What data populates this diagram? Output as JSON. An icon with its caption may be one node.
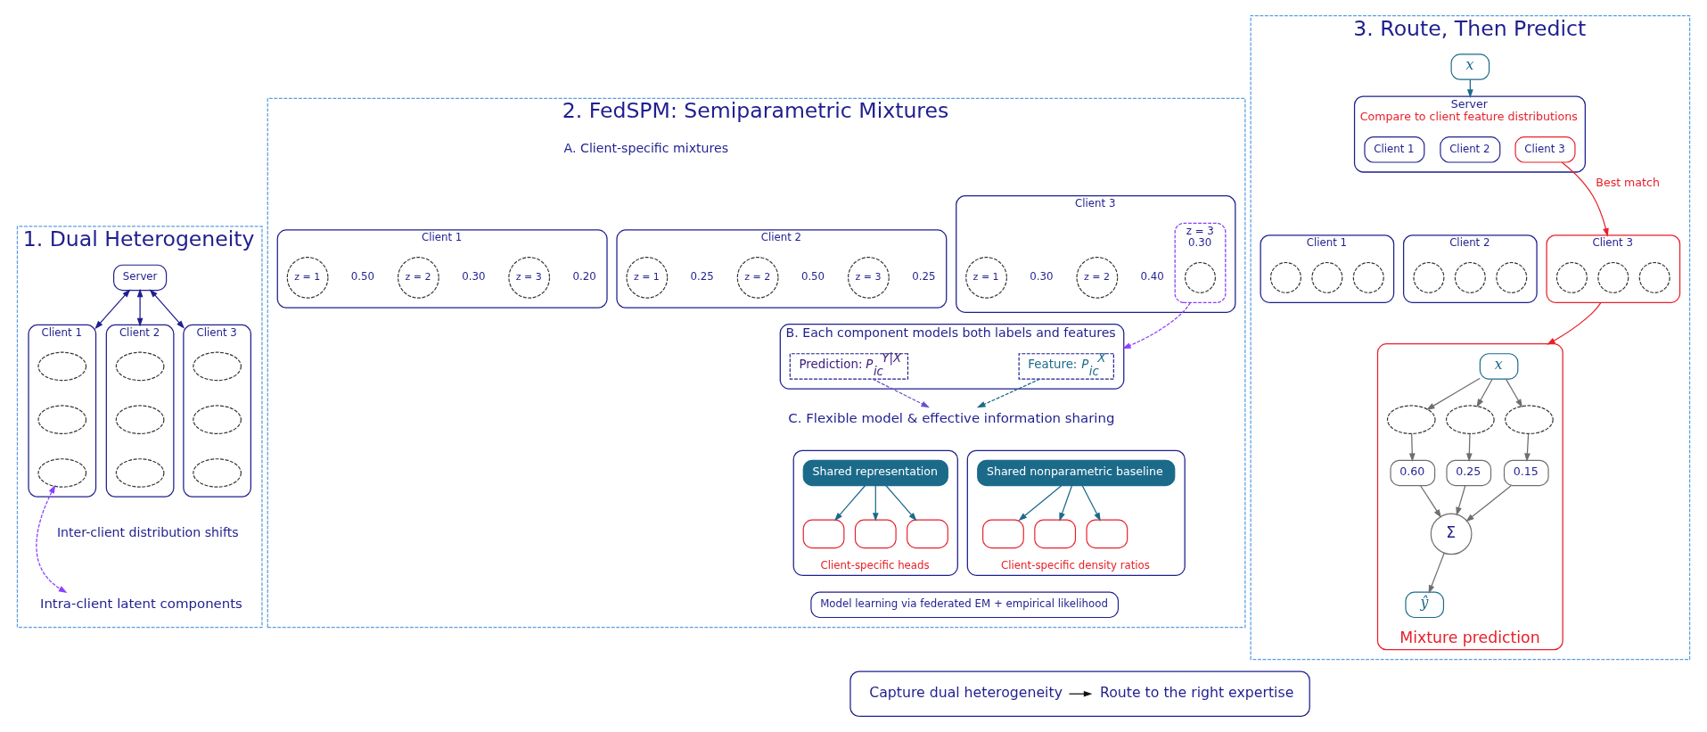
{
  "diagram": {
    "nodes": [
      {
        "text": [
          "1. Dual Heterogeneity"
        ]
      },
      {
        "text": [
          "Server"
        ],
        "in": 0
      },
      {
        "text": [
          "Client 1"
        ],
        "in": 0
      },
      {
        "text": [],
        "shape": "ellipse",
        "in": 2
      },
      {
        "text": [],
        "shape": "ellipse",
        "in": 2
      },
      {
        "text": [],
        "shape": "ellipse",
        "in": 2
      },
      {
        "text": [
          "Client 2"
        ],
        "in": 0
      },
      {
        "text": [],
        "shape": "ellipse",
        "in": 6
      },
      {
        "text": [],
        "shape": "ellipse",
        "in": 6
      },
      {
        "text": [],
        "shape": "ellipse",
        "in": 6
      },
      {
        "text": [
          "Client 3"
        ],
        "in": 0
      },
      {
        "text": [],
        "shape": "ellipse",
        "in": 10
      },
      {
        "text": [],
        "shape": "ellipse",
        "in": 10
      },
      {
        "text": [],
        "shape": "ellipse",
        "in": 10
      },
      {
        "text": [
          "Intra-client latent components"
        ],
        "in": 0
      },
      {
        "text": [
          "2. FedSPM: Semiparametric Mixtures"
        ]
      },
      {
        "text": [
          "Client 1"
        ],
        "in": 15
      },
      {
        "text": [
          "z = 1"
        ],
        "beside": [
          "0.50"
        ],
        "in": 16
      },
      {
        "text": [
          "z = 2"
        ],
        "beside": [
          "0.30"
        ],
        "in": 16
      },
      {
        "text": [
          "z = 3"
        ],
        "beside": [
          "0.20"
        ],
        "in": 16
      },
      {
        "text": [
          "Client 2"
        ],
        "in": 15
      },
      {
        "text": [
          "z = 1"
        ],
        "beside": [
          "0.25"
        ],
        "in": 20
      },
      {
        "text": [
          "z = 2"
        ],
        "beside": [
          "0.50"
        ],
        "in": 20
      },
      {
        "text": [
          "z = 3"
        ],
        "beside": [
          "0.25"
        ],
        "in": 20
      },
      {
        "text": [
          "Client 3"
        ],
        "in": 15
      },
      {
        "text": [
          "z = 1"
        ],
        "beside": [
          "0.30"
        ],
        "in": 24
      },
      {
        "text": [
          "z = 2"
        ],
        "beside": [
          "0.40"
        ],
        "in": 24
      },
      {
        "text": [
          "z = 3",
          "0.30"
        ],
        "in": 24
      },
      {
        "text": [],
        "shape": "circle",
        "in": 27
      },
      {
        "text": [
          "B. Each component models both labels and features"
        ],
        "in": 15
      },
      {
        "text": [
          "Prediction: *P*$_{ic}$$^{Y|X}$"
        ],
        "in": 29
      },
      {
        "text": [
          "Feature: *P*$_{ic}$$^{X}$"
        ],
        "in": 29
      },
      {
        "text": [
          "C. Flexible model & effective information sharing"
        ],
        "in": 15
      },
      {
        "text": [
          "Client-specific heads"
        ],
        "in": 15
      },
      {
        "text": [
          "Shared representation"
        ],
        "in": 33
      },
      {
        "text": [],
        "shape": "box",
        "in": 33
      },
      {
        "text": [],
        "shape": "box",
        "in": 33
      },
      {
        "text": [],
        "shape": "box",
        "in": 33
      },
      {
        "text": [
          "Client-specific density ratios"
        ],
        "in": 15
      },
      {
        "text": [
          "Shared nonparametric baseline"
        ],
        "in": 38
      },
      {
        "text": [],
        "shape": "box",
        "in": 38
      },
      {
        "text": [],
        "shape": "box",
        "in": 38
      },
      {
        "text": [],
        "shape": "box",
        "in": 38
      },
      {
        "text": [
          "Model learning via federated EM + empirical likelihood"
        ],
        "in": 15
      },
      {
        "text": [
          "3. Route, Then Predict"
        ]
      },
      {
        "text": [
          "x"
        ],
        "in": 44
      },
      {
        "text": [
          "Server",
          "Compare to client feature distributions"
        ],
        "in": 44
      },
      {
        "text": [
          "Client 1"
        ],
        "in": 46
      },
      {
        "text": [
          "Client 2"
        ],
        "in": 46
      },
      {
        "text": [
          "Client 3"
        ],
        "in": 46
      },
      {
        "text": [
          "Client 1"
        ],
        "in": 44
      },
      {
        "text": [],
        "shape": "circle",
        "in": 50
      },
      {
        "text": [],
        "shape": "circle",
        "in": 50
      },
      {
        "text": [],
        "shape": "circle",
        "in": 50
      },
      {
        "text": [
          "Client 2"
        ],
        "in": 44
      },
      {
        "text": [],
        "shape": "circle",
        "in": 54
      },
      {
        "text": [],
        "shape": "circle",
        "in": 54
      },
      {
        "text": [],
        "shape": "circle",
        "in": 54
      },
      {
        "text": [
          "Client 3"
        ],
        "in": 44
      },
      {
        "text": [],
        "shape": "circle",
        "in": 58
      },
      {
        "text": [],
        "shape": "circle",
        "in": 58
      },
      {
        "text": [],
        "shape": "circle",
        "in": 58
      },
      {
        "text": [
          "Mixture prediction"
        ],
        "in": 44
      },
      {
        "text": [
          "x"
        ],
        "in": 62
      },
      {
        "text": [],
        "shape": "ellipse",
        "in": 62
      },
      {
        "text": [],
        "shape": "ellipse",
        "in": 62
      },
      {
        "text": [],
        "shape": "ellipse",
        "in": 62
      },
      {
        "text": [
          "0.60"
        ],
        "in": 62
      },
      {
        "text": [
          "0.25"
        ],
        "in": 62
      },
      {
        "text": [
          "0.15"
        ],
        "in": 62
      },
      {
        "text": [
          "Σ"
        ],
        "in": 62
      },
      {
        "text": [
          "ŷ"
        ],
        "in": 62
      },
      {
        "text": [],
        "shape": "box"
      },
      {
        "text": [
          "Capture dual heterogeneity"
        ],
        "in": 72
      },
      {
        "text": [
          "Route to the right expertise"
        ],
        "in": 72
      }
    ],
    "edges": [
      {
        "from": 1,
        "to": 2,
        "arrow": "both",
        "color": "#1f1f8f"
      },
      {
        "from": 1,
        "to": 6,
        "arrow": "both",
        "color": "#1f1f8f"
      },
      {
        "from": 1,
        "to": 10,
        "arrow": "both",
        "color": "#1f1f8f"
      },
      {
        "from": 5,
        "to": 14,
        "arrow": "both",
        "style": "dashed",
        "color": "#8a3ffc"
      },
      {
        "from": 27,
        "to": 29,
        "arrow": "to",
        "style": "dashed",
        "color": "#8a3ffc"
      },
      {
        "from": 30,
        "to": 32,
        "arrow": "to",
        "style": "dashed",
        "color": "#6a4fd0"
      },
      {
        "from": 31,
        "to": 32,
        "arrow": "to",
        "style": "dashed",
        "color": "#1b6a8a"
      },
      {
        "from": 34,
        "to": 35,
        "arrow": "to",
        "color": "#1b6a8a"
      },
      {
        "from": 34,
        "to": 36,
        "arrow": "to",
        "color": "#1b6a8a"
      },
      {
        "from": 34,
        "to": 37,
        "arrow": "to",
        "color": "#1b6a8a"
      },
      {
        "from": 39,
        "to": 40,
        "arrow": "to",
        "color": "#1b6a8a"
      },
      {
        "from": 39,
        "to": 41,
        "arrow": "to",
        "color": "#1b6a8a"
      },
      {
        "from": 39,
        "to": 42,
        "arrow": "to",
        "color": "#1b6a8a"
      },
      {
        "from": 45,
        "to": 46,
        "arrow": "to",
        "color": "#1b6a8a"
      },
      {
        "from": 49,
        "to": 58,
        "arrow": "to",
        "label": "Best match",
        "color": "#e8202a"
      },
      {
        "from": 58,
        "to": 62,
        "arrow": "to",
        "color": "#e8202a"
      },
      {
        "from": 63,
        "to": 64,
        "arrow": "to"
      },
      {
        "from": 63,
        "to": 65,
        "arrow": "to"
      },
      {
        "from": 63,
        "to": 66,
        "arrow": "to"
      },
      {
        "from": 64,
        "to": 67,
        "arrow": "to"
      },
      {
        "from": 65,
        "to": 68,
        "arrow": "to"
      },
      {
        "from": 66,
        "to": 69,
        "arrow": "to"
      },
      {
        "from": 67,
        "to": 70,
        "arrow": "to"
      },
      {
        "from": 68,
        "to": 70,
        "arrow": "to"
      },
      {
        "from": 69,
        "to": 70,
        "arrow": "to"
      },
      {
        "from": 70,
        "to": 71,
        "arrow": "to"
      },
      {
        "from": 73,
        "to": 74,
        "arrow": "to",
        "color": "#111111"
      }
    ],
    "labels": [
      "Inter-client distribution shifts",
      "A. Client-specific mixtures"
    ]
  }
}
